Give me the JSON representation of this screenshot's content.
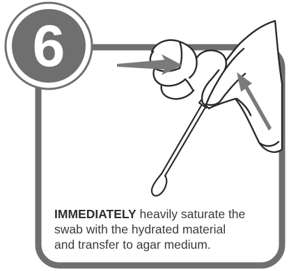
{
  "step": {
    "number": "6",
    "colors": {
      "frame": "#6f6f6f",
      "badge": "#6f6f6f",
      "arrow": "#7a7a7a",
      "outline": "#2b2b2b"
    }
  },
  "instruction": {
    "emphasis": "IMMEDIATELY",
    "line1_rest": " heavily saturate the",
    "line2": "swab with the hydrated material",
    "line3": "and transfer to agar medium."
  },
  "illustration": {
    "hand": "hand-holding-swab",
    "swab": "swab-stick",
    "arrows": [
      "squeeze-arrow-left",
      "squeeze-arrow-right"
    ]
  }
}
